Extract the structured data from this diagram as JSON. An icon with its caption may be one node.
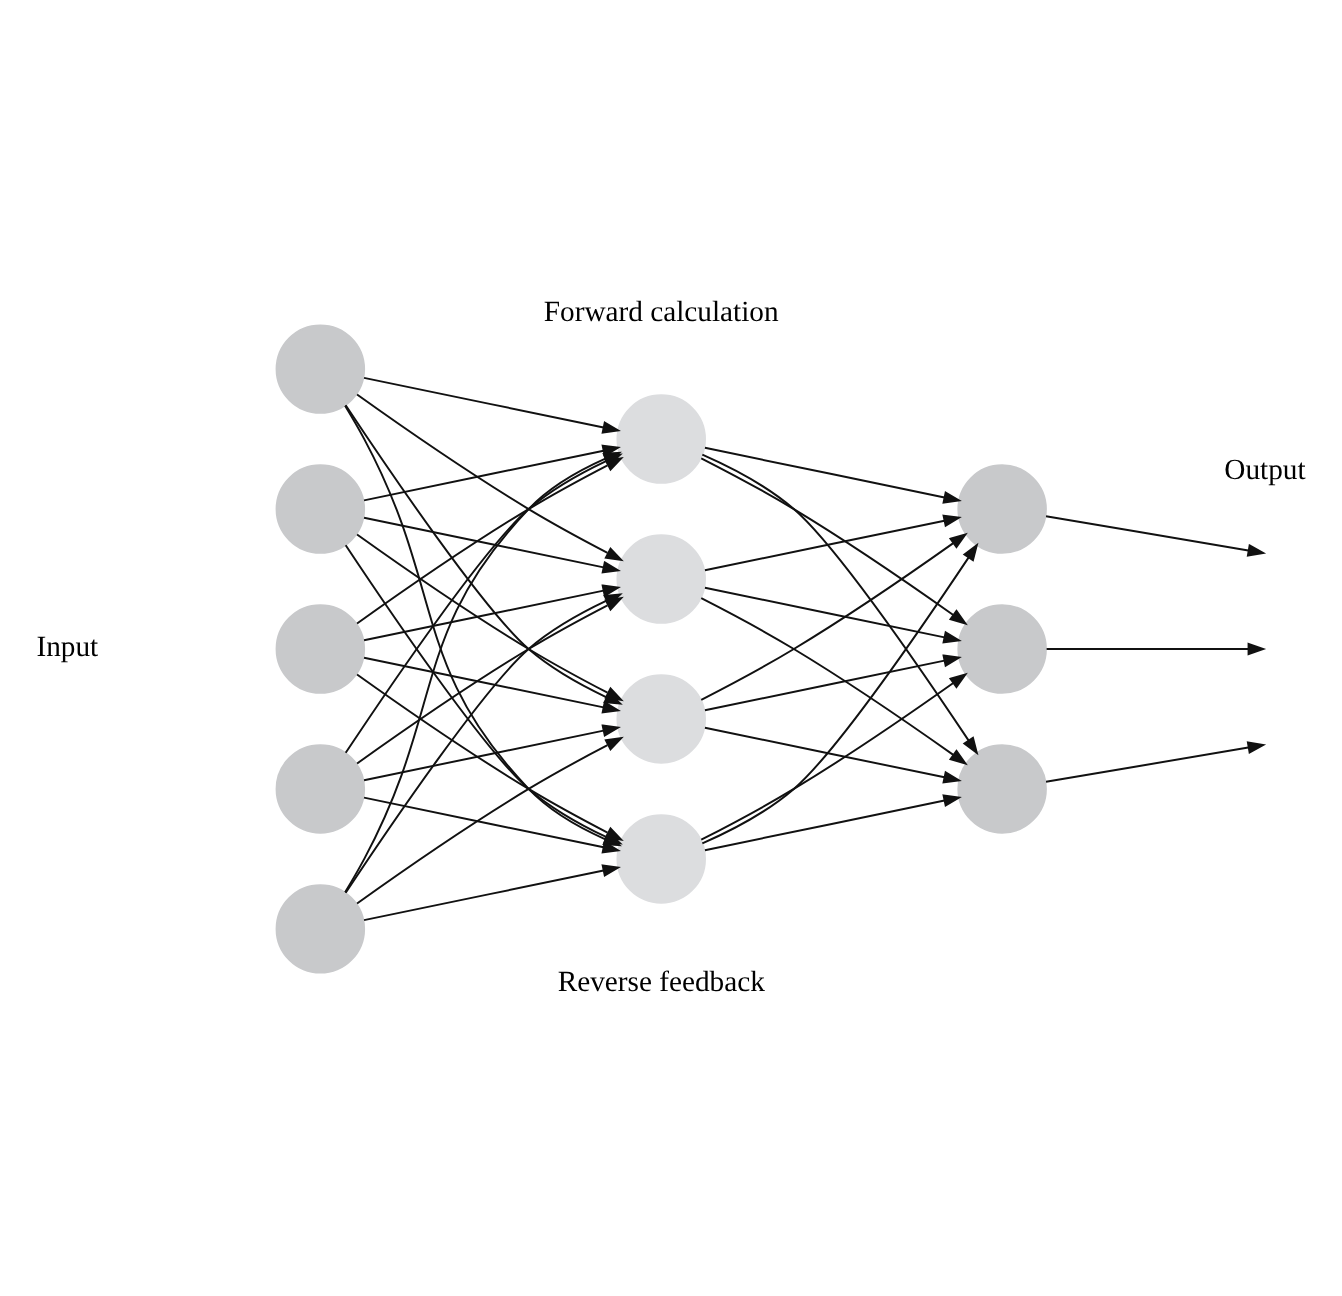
{
  "diagram": {
    "nodes": [
      {
        "text": [],
        "shape": "circle"
      },
      {
        "text": [],
        "shape": "circle"
      },
      {
        "text": [],
        "shape": "circle"
      },
      {
        "text": [],
        "shape": "circle"
      },
      {
        "text": [],
        "shape": "circle"
      },
      {
        "text": [],
        "shape": "circle"
      },
      {
        "text": [],
        "shape": "circle"
      },
      {
        "text": [],
        "shape": "circle"
      },
      {
        "text": [],
        "shape": "circle"
      },
      {
        "text": [],
        "shape": "circle"
      },
      {
        "text": [],
        "shape": "circle"
      },
      {
        "text": [],
        "shape": "circle"
      }
    ],
    "edges": [
      {
        "from": 0,
        "to": 5,
        "arrow": "to"
      },
      {
        "from": 0,
        "to": 6,
        "arrow": "to"
      },
      {
        "from": 0,
        "to": 7,
        "arrow": "to"
      },
      {
        "from": 0,
        "to": 8,
        "arrow": "to"
      },
      {
        "from": 1,
        "to": 5,
        "arrow": "to"
      },
      {
        "from": 1,
        "to": 6,
        "arrow": "to"
      },
      {
        "from": 1,
        "to": 7,
        "arrow": "to"
      },
      {
        "from": 1,
        "to": 8,
        "arrow": "to"
      },
      {
        "from": 2,
        "to": 5,
        "arrow": "to"
      },
      {
        "from": 2,
        "to": 6,
        "arrow": "to"
      },
      {
        "from": 2,
        "to": 7,
        "arrow": "to"
      },
      {
        "from": 2,
        "to": 8,
        "arrow": "to"
      },
      {
        "from": 3,
        "to": 5,
        "arrow": "to"
      },
      {
        "from": 3,
        "to": 6,
        "arrow": "to"
      },
      {
        "from": 3,
        "to": 7,
        "arrow": "to"
      },
      {
        "from": 3,
        "to": 8,
        "arrow": "to"
      },
      {
        "from": 4,
        "to": 5,
        "arrow": "to"
      },
      {
        "from": 4,
        "to": 6,
        "arrow": "to"
      },
      {
        "from": 4,
        "to": 7,
        "arrow": "to"
      },
      {
        "from": 4,
        "to": 8,
        "arrow": "to"
      },
      {
        "from": 5,
        "to": 9,
        "arrow": "to"
      },
      {
        "from": 5,
        "to": 10,
        "arrow": "to"
      },
      {
        "from": 5,
        "to": 11,
        "arrow": "to"
      },
      {
        "from": 6,
        "to": 9,
        "arrow": "to"
      },
      {
        "from": 6,
        "to": 10,
        "arrow": "to"
      },
      {
        "from": 6,
        "to": 11,
        "arrow": "to"
      },
      {
        "from": 7,
        "to": 9,
        "arrow": "to"
      },
      {
        "from": 7,
        "to": 10,
        "arrow": "to"
      },
      {
        "from": 7,
        "to": 11,
        "arrow": "to"
      },
      {
        "from": 8,
        "to": 9,
        "arrow": "to"
      },
      {
        "from": 8,
        "to": 10,
        "arrow": "to"
      },
      {
        "from": 8,
        "to": 11,
        "arrow": "to"
      },
      {
        "from": 9,
        "to": null,
        "arrow": "to"
      },
      {
        "from": 10,
        "to": null,
        "arrow": "to"
      },
      {
        "from": 11,
        "to": null,
        "arrow": "to"
      }
    ],
    "labels": [
      "Forward calculation",
      "Output",
      "Input",
      "Reverse feedback"
    ]
  }
}
